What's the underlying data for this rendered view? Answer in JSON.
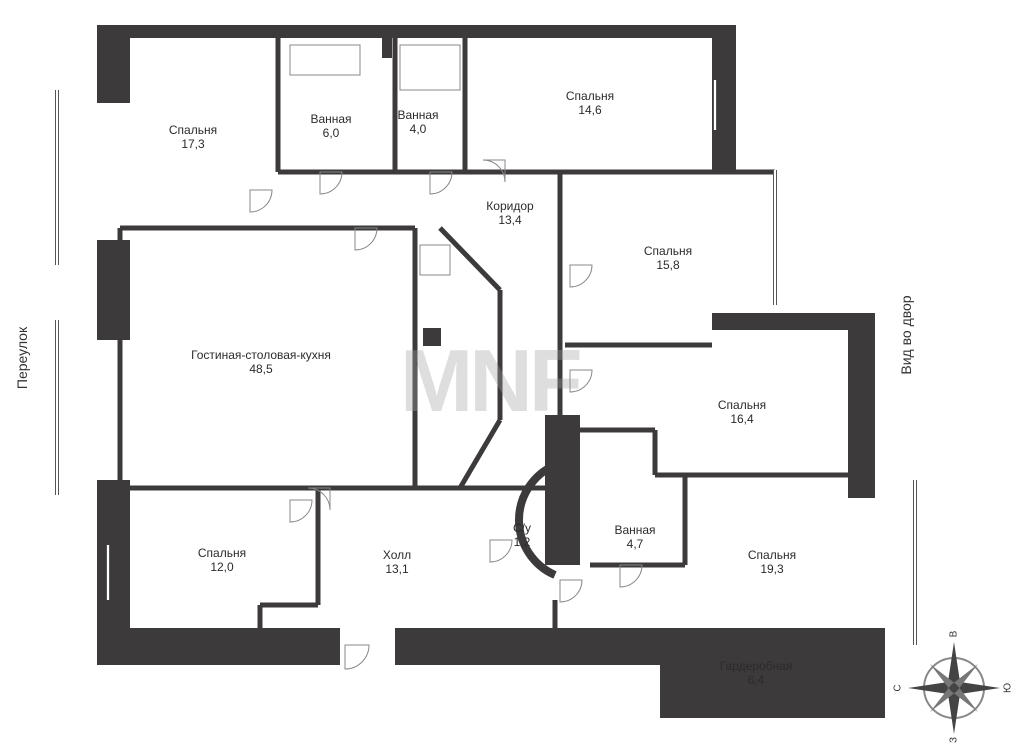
{
  "rooms": [
    {
      "name": "Спальня",
      "area": "17,3"
    },
    {
      "name": "Ванная",
      "area": "6,0"
    },
    {
      "name": "Ванная",
      "area": "4,0"
    },
    {
      "name": "Спальня",
      "area": "14,6"
    },
    {
      "name": "Коридор",
      "area": "13,4"
    },
    {
      "name": "Спальня",
      "area": "15,8"
    },
    {
      "name": "Гостиная-столовая-кухня",
      "area": "48,5"
    },
    {
      "name": "Спальня",
      "area": "16,4"
    },
    {
      "name": "Спальня",
      "area": "12,0"
    },
    {
      "name": "Холл",
      "area": "13,1"
    },
    {
      "name": "С/у",
      "area": "1,2"
    },
    {
      "name": "Ванная",
      "area": "4,7"
    },
    {
      "name": "Спальня",
      "area": "19,3"
    },
    {
      "name": "Гардеробная",
      "area": "6,4"
    }
  ],
  "sides": {
    "left": "Переулок",
    "right": "Вид во двор"
  },
  "compass": {
    "north": "С",
    "east": "В",
    "south": "Ю",
    "west": "З"
  },
  "watermark": "MNF",
  "colors": {
    "wall": "#3d3a3b",
    "line": "#555555"
  }
}
